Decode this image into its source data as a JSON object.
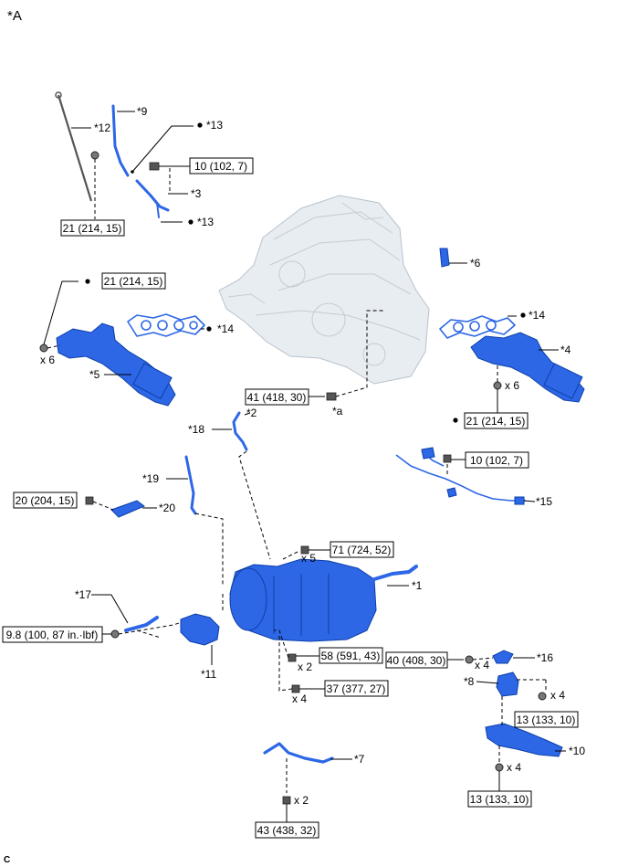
{
  "diagram_label": "*A",
  "footer_mark": "C",
  "callouts": {
    "p1": "*1",
    "p2": "*2",
    "p3": "*3",
    "p4": "*4",
    "p5": "*5",
    "p6": "*6",
    "p7": "*7",
    "p8": "*8",
    "p9": "*9",
    "p10": "*10",
    "p11": "*11",
    "p12": "*12",
    "p13_top": "*13",
    "p13_bottom": "*13",
    "p14_left": "*14",
    "p14_right": "*14",
    "p15": "*15",
    "p16": "*16",
    "p17": "*17",
    "p18": "*18",
    "p19": "*19",
    "p20": "*20",
    "pa": "*a"
  },
  "torque_specs": {
    "t_10_left": "10 (102, 7)",
    "t_21_dipstick": "21 (214, 15)",
    "t_21_left_manifold": "21 (214, 15)",
    "t_41": "41 (418, 30)",
    "t_21_right_manifold": "21 (214, 15)",
    "t_10_right": "10 (102, 7)",
    "t_20": "20 (204, 15)",
    "t_71": "71 (724, 52)",
    "t_9_8": "9.8 (100, 87 in.·lbf)",
    "t_58": "58 (591, 43)",
    "t_37": "37 (377, 27)",
    "t_40": "40 (408, 30)",
    "t_13_upper": "13 (133, 10)",
    "t_13_lower": "13 (133, 10)",
    "t_43": "43 (438, 32)"
  },
  "quantities": {
    "q_left_manifold": "x 6",
    "q_right_manifold": "x 6",
    "q_71": "x 5",
    "q_58": "x 2",
    "q_37": "x 4",
    "q_40": "x 4",
    "q_13_upper": "x 4",
    "q_13_lower": "x 4",
    "q_43": "x 2"
  }
}
